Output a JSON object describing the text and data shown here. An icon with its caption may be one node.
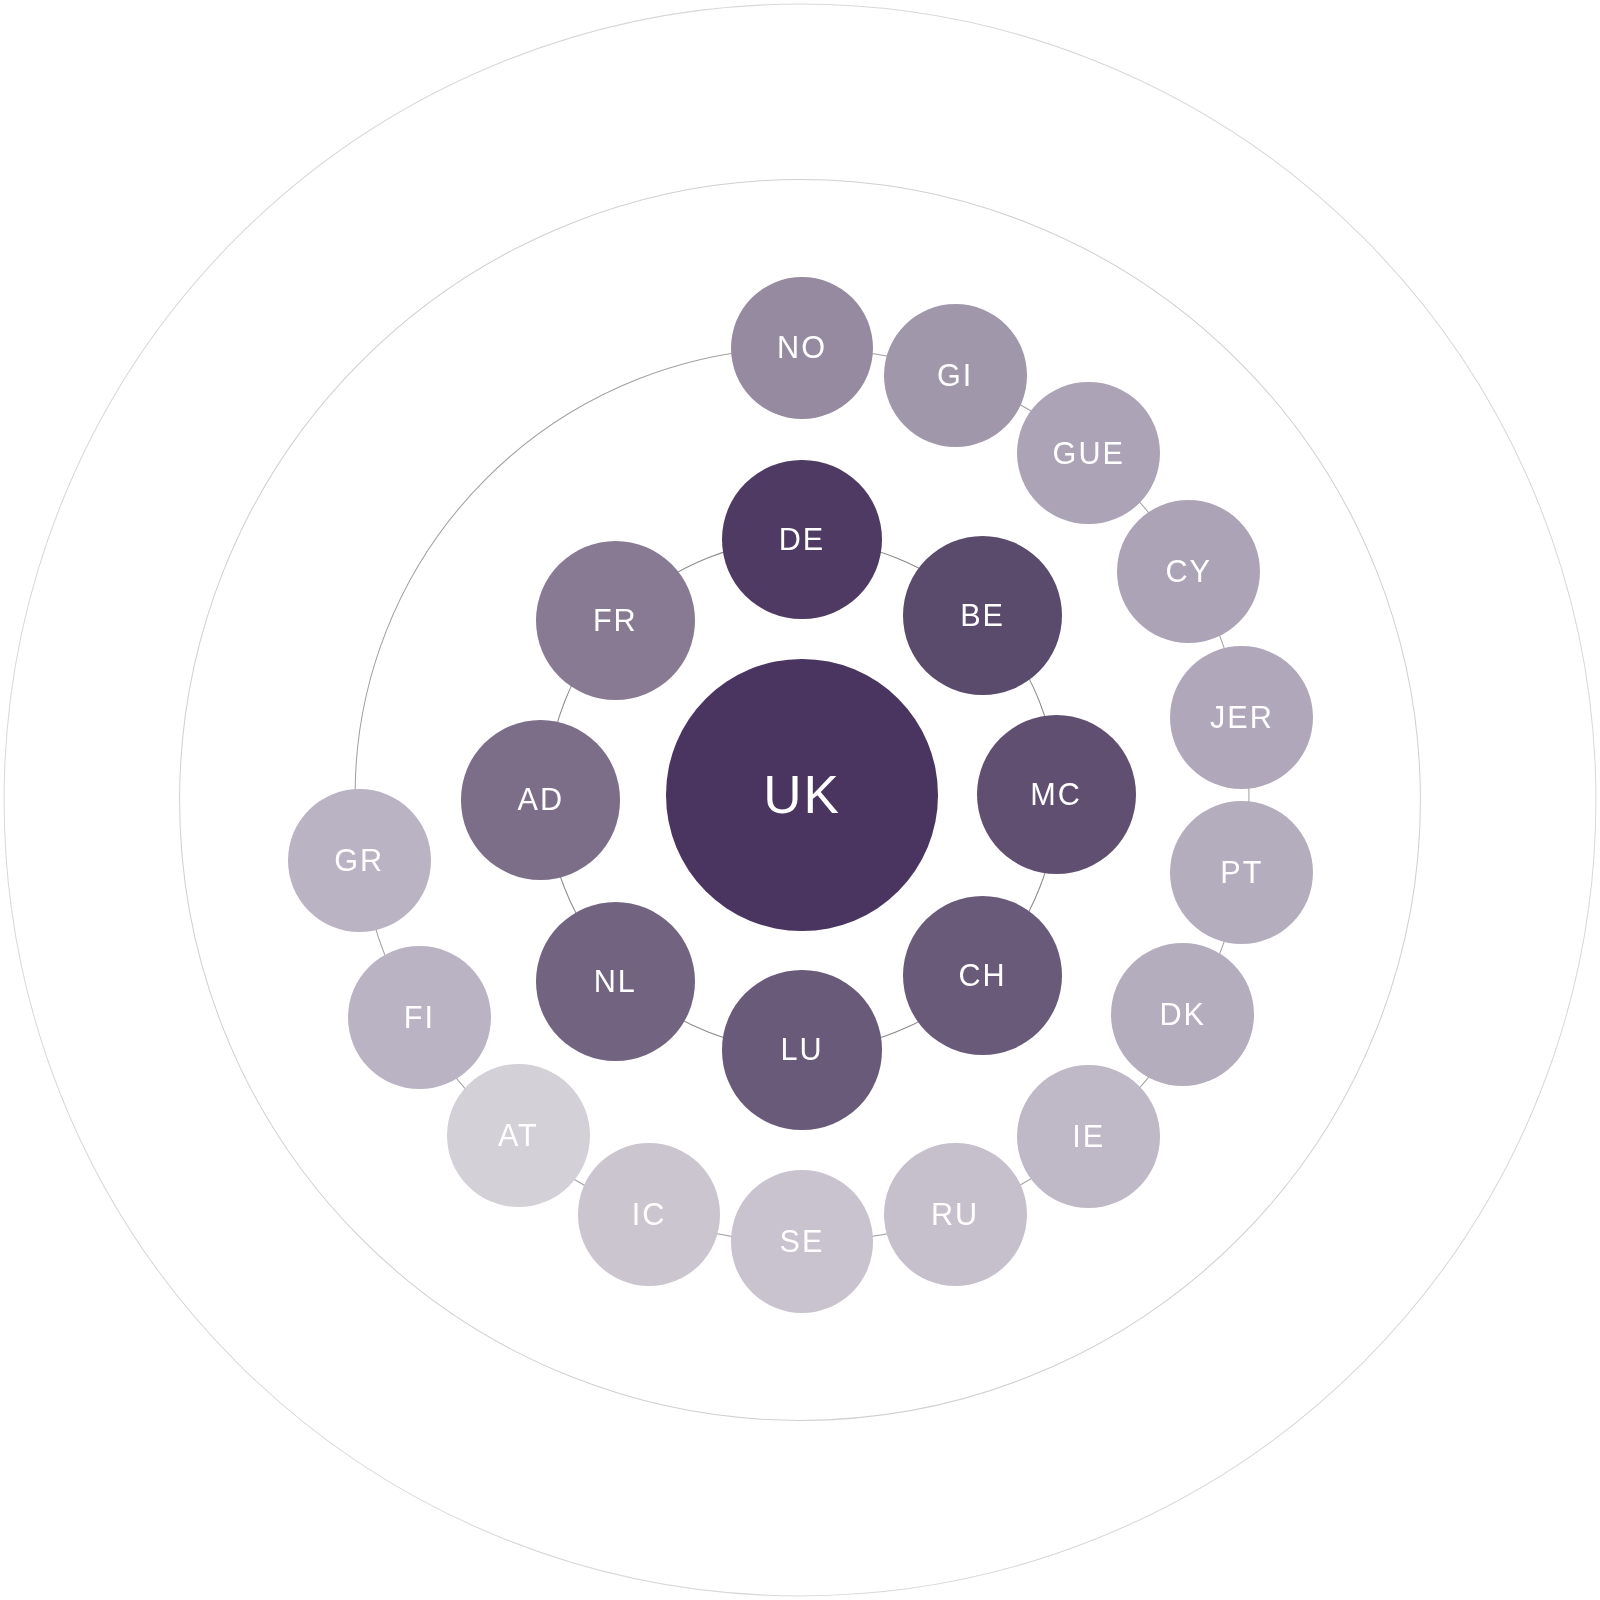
{
  "diagram": {
    "nodes": [
      {
        "text": [
          "UK"
        ]
      },
      {
        "text": [
          "DE"
        ]
      },
      {
        "text": [
          "BE"
        ]
      },
      {
        "text": [
          "MC"
        ]
      },
      {
        "text": [
          "CH"
        ]
      },
      {
        "text": [
          "LU"
        ]
      },
      {
        "text": [
          "NL"
        ]
      },
      {
        "text": [
          "AD"
        ]
      },
      {
        "text": [
          "FR"
        ]
      },
      {
        "text": [
          "NO"
        ]
      },
      {
        "text": [
          "GI"
        ]
      },
      {
        "text": [
          "GUE"
        ]
      },
      {
        "text": [
          "CY"
        ]
      },
      {
        "text": [
          "JER"
        ]
      },
      {
        "text": [
          "PT"
        ]
      },
      {
        "text": [
          "DK"
        ]
      },
      {
        "text": [
          "IE"
        ]
      },
      {
        "text": [
          "RU"
        ]
      },
      {
        "text": [
          "SE"
        ]
      },
      {
        "text": [
          "IC"
        ]
      },
      {
        "text": [
          "AT"
        ]
      },
      {
        "text": [
          "FI"
        ]
      },
      {
        "text": [
          "GR"
        ]
      }
    ],
    "edges": []
  }
}
